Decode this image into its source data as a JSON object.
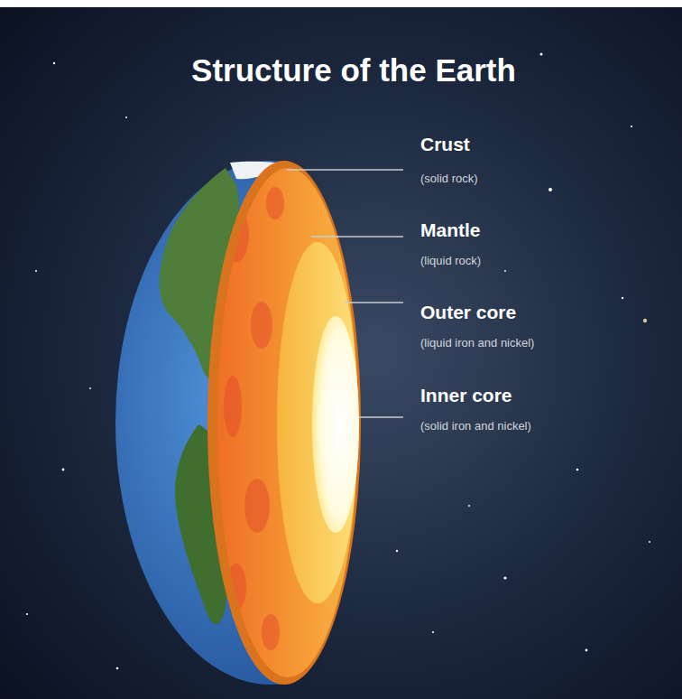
{
  "diagram": {
    "title": "Structure of the Earth",
    "labels": [
      "Crust",
      "(solid rock)",
      "Mantle",
      "(liquid rock)",
      "Outer core",
      "(liquid iron and nickel)",
      "Inner core",
      "(solid iron and nickel)"
    ]
  }
}
